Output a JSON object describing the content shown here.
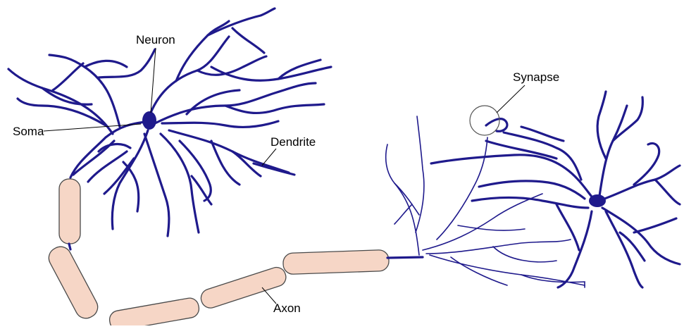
{
  "labels": {
    "neuron": "Neuron",
    "soma": "Soma",
    "dendrite": "Dendrite",
    "synapse": "Synapse",
    "axon": "Axon"
  },
  "colors": {
    "neuron_stroke": "#1f1a8c",
    "myelin_fill": "#f6d6c6",
    "background": "#ffffff"
  }
}
